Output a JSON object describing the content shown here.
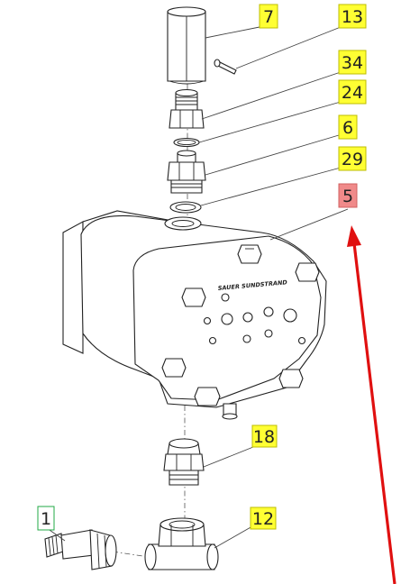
{
  "callouts": [
    {
      "id": "c7",
      "label": "7",
      "style": "yellow"
    },
    {
      "id": "c13",
      "label": "13",
      "style": "yellow"
    },
    {
      "id": "c34",
      "label": "34",
      "style": "yellow"
    },
    {
      "id": "c24",
      "label": "24",
      "style": "yellow"
    },
    {
      "id": "c6",
      "label": "6",
      "style": "yellow"
    },
    {
      "id": "c29",
      "label": "29",
      "style": "yellow"
    },
    {
      "id": "c5",
      "label": "5",
      "style": "red"
    },
    {
      "id": "c18",
      "label": "18",
      "style": "yellow"
    },
    {
      "id": "c12",
      "label": "12",
      "style": "yellow"
    },
    {
      "id": "c1",
      "label": "1",
      "style": "green"
    }
  ],
  "pump_logo": "SAUER SUNDSTRAND",
  "colors": {
    "yellow_fill": "#ffff33",
    "red_fill": "#f08a8a",
    "green_border": "#22aa44",
    "arrow": "#e01010",
    "line": "#222222"
  }
}
